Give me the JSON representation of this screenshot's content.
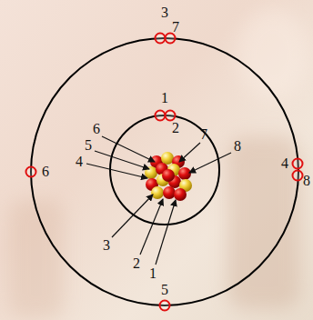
{
  "diagram": {
    "labels": [
      "3",
      "7",
      "1",
      "2",
      "6",
      "7",
      "5",
      "8",
      "4",
      "6",
      "4",
      "8",
      "3",
      "2",
      "1",
      "5"
    ]
  }
}
